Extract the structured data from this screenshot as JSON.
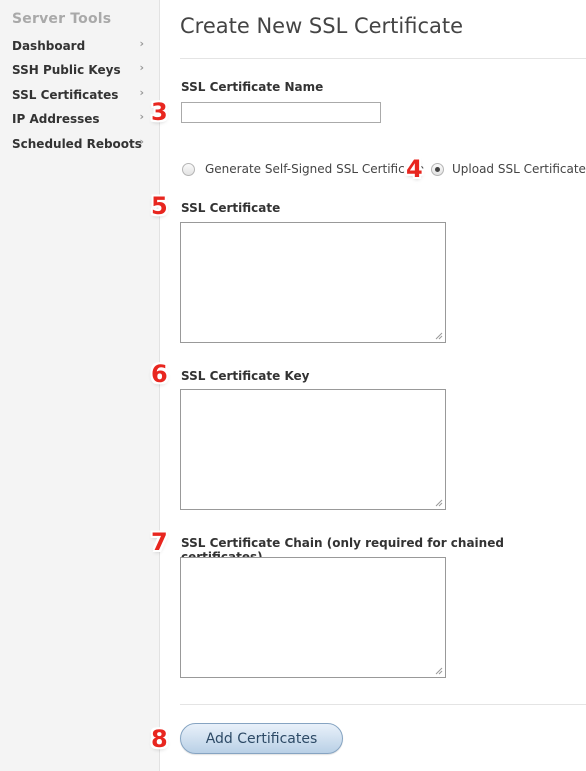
{
  "sidebar": {
    "title": "Server Tools",
    "items": [
      {
        "label": "Dashboard",
        "chevron": "›"
      },
      {
        "label": "SSH Public Keys",
        "chevron": "›"
      },
      {
        "label": "SSL Certificates",
        "chevron": "›"
      },
      {
        "label": "IP Addresses",
        "chevron": "›"
      },
      {
        "label": "Scheduled Reboots",
        "chevron": "›"
      }
    ]
  },
  "main": {
    "title": "Create New SSL Certificate",
    "name_label": "SSL Certificate Name",
    "name_value": "",
    "radio_generate_label": "Generate Self-Signed SSL Certificate",
    "radio_upload_label": "Upload SSL Certificate",
    "selected_option": "Upload SSL Certificate",
    "certificate_label": "SSL Certificate",
    "key_label": "SSL Certificate Key",
    "chain_label": "SSL Certificate Chain (only required for chained certificates)",
    "submit_label": "Add Certificates"
  },
  "annotations": [
    "3",
    "4",
    "5",
    "6",
    "7",
    "8"
  ],
  "colors": {
    "annotation": "#e8261f",
    "button_border": "#86a4c2",
    "sidebar_bg": "#f4f4f4"
  }
}
